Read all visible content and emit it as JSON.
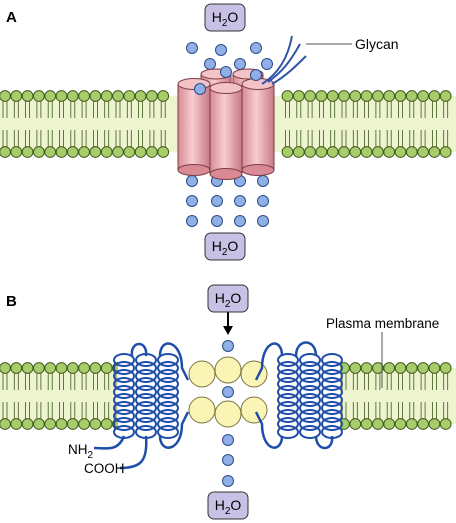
{
  "panel_a": {
    "label": "A",
    "water_top": "H",
    "water_top_sub": "2",
    "water_top_tail": "O",
    "water_bottom": "H",
    "water_bottom_sub": "2",
    "water_bottom_tail": "O",
    "glycan_label": "Glycan"
  },
  "panel_b": {
    "label": "B",
    "water_top": "H",
    "water_top_sub": "2",
    "water_top_tail": "O",
    "water_bottom": "H",
    "water_bottom_sub": "2",
    "water_bottom_tail": "O",
    "membrane_label": "Plasma membrane",
    "nh2_label": "NH",
    "nh2_sub": "2",
    "cooh_label": "COOH"
  },
  "colors": {
    "lipid_head": "#a8cc6a",
    "lipid_stroke": "#3c5a1c",
    "membrane_band": "#eef4cf",
    "water_molecule": "#8fb0e6",
    "water_box": "#c9c0e6",
    "channel": "#f0b9bf",
    "channel_stroke": "#8c4a52",
    "helix": "#1f4ea8",
    "pore": "#fbf5b5"
  }
}
